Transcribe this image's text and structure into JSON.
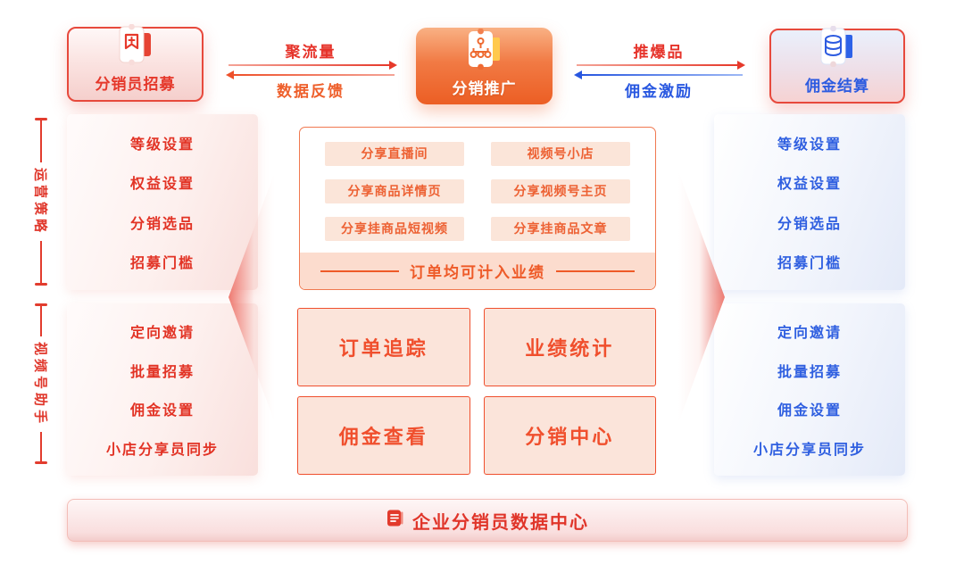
{
  "flow": {
    "recruit_label": "分销员招募",
    "promote_label": "分销推广",
    "settle_label": "佣金结算",
    "arrow_traffic": "聚流量",
    "arrow_feedback": "数据反馈",
    "arrow_hot_item": "推爆品",
    "arrow_incentive": "佣金激励"
  },
  "side_labels": {
    "strategy": "运营策略",
    "assistant": "视频号助手"
  },
  "left_panel": {
    "top": [
      "等级设置",
      "权益设置",
      "分销选品",
      "招募门槛"
    ],
    "bottom": [
      "定向邀请",
      "批量招募",
      "佣金设置",
      "小店分享员同步"
    ]
  },
  "right_panel": {
    "top": [
      "等级设置",
      "权益设置",
      "分销选品",
      "招募门槛"
    ],
    "bottom": [
      "定向邀请",
      "批量招募",
      "佣金设置",
      "小店分享员同步"
    ]
  },
  "center_panel": {
    "chips": [
      "分享直播间",
      "视频号小店",
      "分享商品详情页",
      "分享视频号主页",
      "分享挂商品短视频",
      "分享挂商品文章"
    ],
    "banner": "订单均可计入业绩",
    "cards": [
      "订单追踪",
      "业绩统计",
      "佣金查看",
      "分销中心"
    ]
  },
  "footer": {
    "title": "企业分销员数据中心"
  },
  "colors": {
    "red": "#e6392b",
    "orange": "#ee5f2b",
    "blue": "#2d5be0",
    "chip_bg": "#fbe5d9",
    "card_bg": "#fbe4da"
  }
}
